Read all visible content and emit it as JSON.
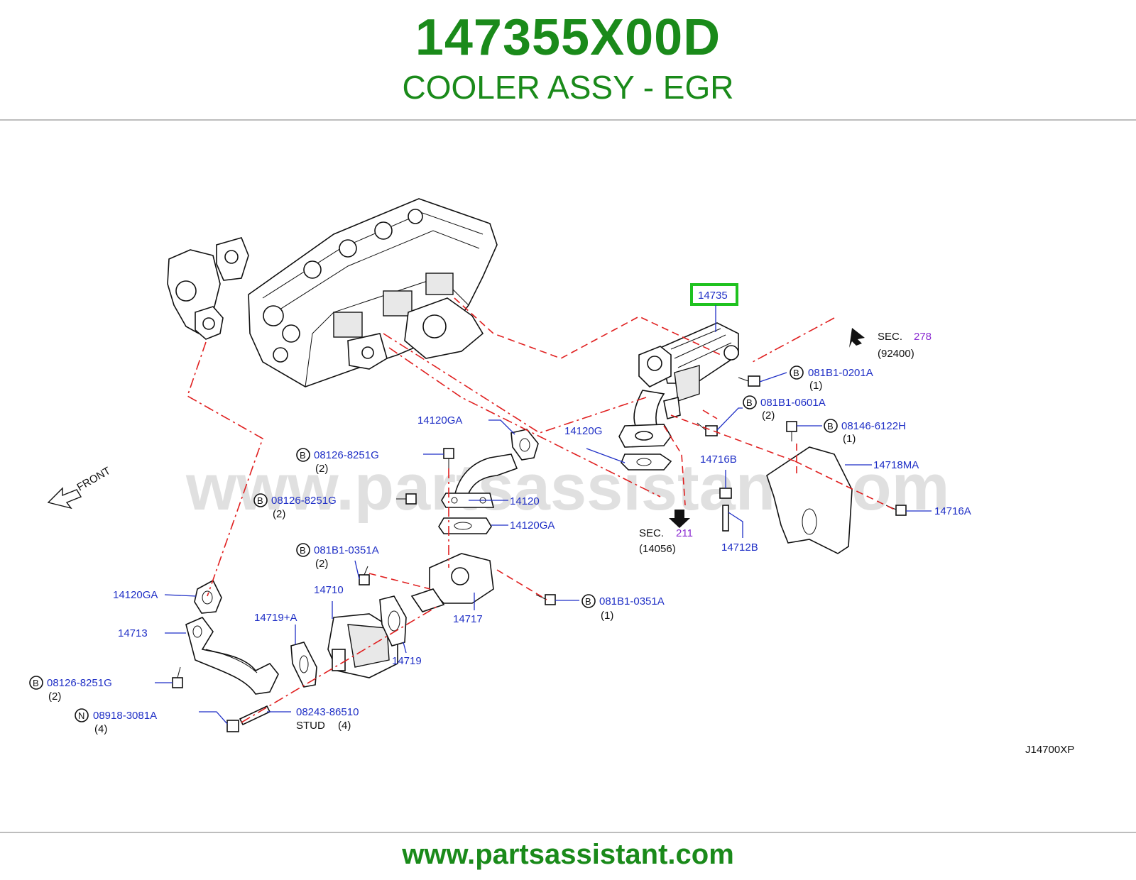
{
  "header": {
    "part_number": "147355X00D",
    "part_name": "COOLER ASSY - EGR"
  },
  "watermark": "www.partsassistant.com",
  "footer": {
    "url": "www.partsassistant.com"
  },
  "diagram": {
    "code": "J14700XP",
    "front_label": "FRONT",
    "highlight_color": "#1fc21f",
    "highlighted_part": "14735",
    "labels": {
      "p14735": "14735",
      "sec278_prefix": "SEC.",
      "sec278_num": "278",
      "sec278_sub": "(92400)",
      "b081B1_0201A": "081B1-0201A",
      "q1a": "(1)",
      "b081B1_0601A": "081B1-0601A",
      "q2a": "(2)",
      "b08146_6122H": "08146-6122H",
      "q1b": "(1)",
      "p14120GA_top": "14120GA",
      "p14120G": "14120G",
      "p14716B": "14716B",
      "p14718MA": "14718MA",
      "b08126_8251G_a": "08126-8251G",
      "q2b": "(2)",
      "b08126_8251G_b": "08126-8251G",
      "q2c": "(2)",
      "p14120": "14120",
      "p14120GA_mid": "14120GA",
      "p14716A": "14716A",
      "sec211_prefix": "SEC.",
      "sec211_num": "211",
      "sec211_sub": "(14056)",
      "p14712B": "14712B",
      "b081B1_0351A_a": "081B1-0351A",
      "q2d": "(2)",
      "p14710": "14710",
      "p14120GA_left": "14120GA",
      "p14717": "14717",
      "b081B1_0351A_b": "081B1-0351A",
      "q1c": "(1)",
      "p14719A": "14719+A",
      "p14713": "14713",
      "p14719": "14719",
      "b08126_8251G_c": "08126-8251G",
      "q2e": "(2)",
      "n08918_3081A": "08918-3081A",
      "q4a": "(4)",
      "s08243_86510": "08243-86510",
      "stud": "STUD",
      "q4b": "(4)"
    },
    "circle_letters": {
      "b": "B",
      "n": "N"
    }
  }
}
